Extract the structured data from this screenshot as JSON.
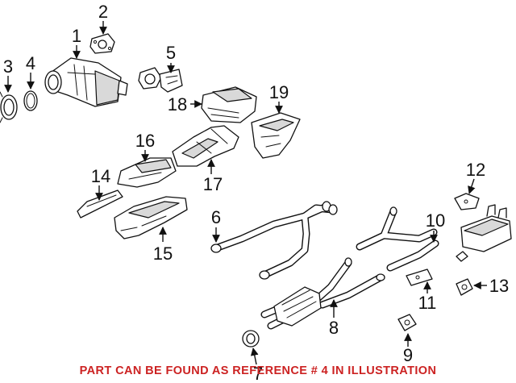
{
  "callouts": {
    "c1": "1",
    "c2": "2",
    "c3": "3",
    "c4": "4",
    "c5": "5",
    "c6": "6",
    "c7": "7",
    "c8": "8",
    "c9": "9",
    "c10": "10",
    "c11": "11",
    "c12": "12",
    "c13": "13",
    "c14": "14",
    "c15": "15",
    "c16": "16",
    "c17": "17",
    "c18": "18",
    "c19": "19"
  },
  "footnote": "PART CAN BE FOUND AS REFERENCE # 4 IN ILLUSTRATION",
  "colors": {
    "footnote": "#cc2222",
    "ink": "#111111"
  }
}
